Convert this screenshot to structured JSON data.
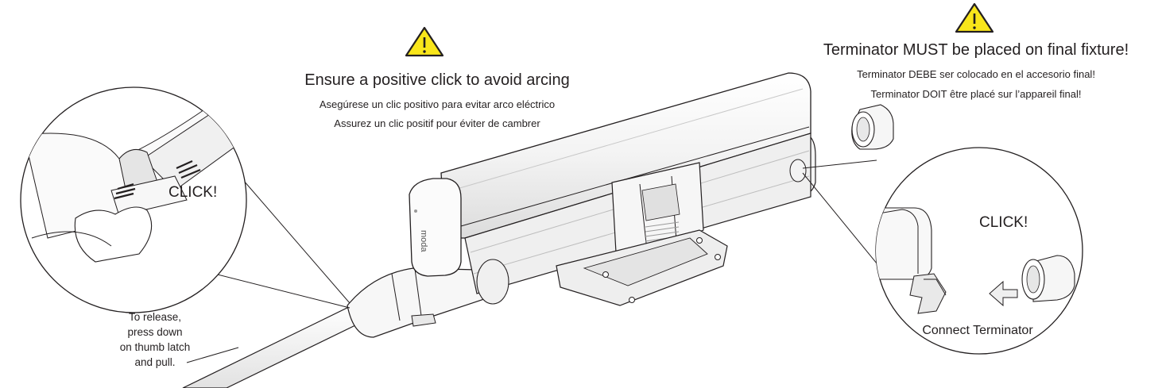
{
  "warnings": {
    "center": {
      "icon": "warning-triangle-icon",
      "main": "Ensure a positive click to avoid arcing",
      "spanish": "Asegúrese un clic positivo para evitar arco eléctrico",
      "french": "Assurez un clic positif pour éviter de cambrer"
    },
    "right": {
      "icon": "warning-triangle-icon",
      "main": "Terminator MUST be placed on final fixture!",
      "spanish": "Terminator DEBE ser colocado en el accesorio final!",
      "french": "Terminator DOIT être placé sur l’appareil final!"
    }
  },
  "callouts": {
    "left_click": "CLICK!",
    "right_click": "CLICK!",
    "connect_terminator": "Connect Terminator",
    "release": [
      "To release,",
      "press down",
      "on thumb latch",
      "and pull."
    ]
  },
  "fixture": {
    "brand_mark": "moda"
  },
  "colors": {
    "warning_fill": "#f9e61a",
    "warning_stroke": "#231f20",
    "line": "#231f20",
    "body": "#f5f5f5",
    "shade": "#d9d9d9"
  }
}
